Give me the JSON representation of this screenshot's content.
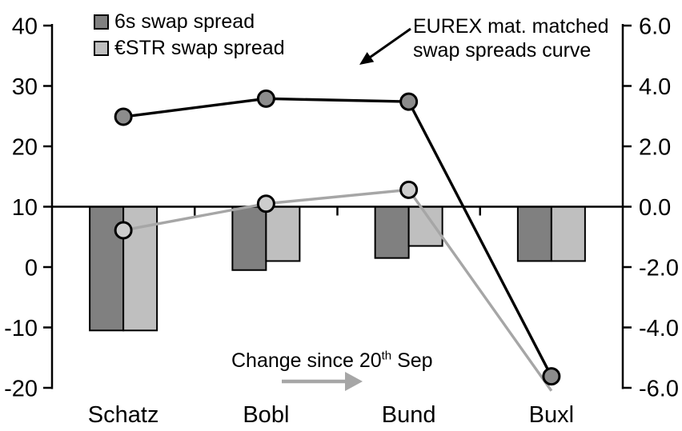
{
  "legend": {
    "items": [
      {
        "label": "6s swap spread",
        "swatch_color": "#808080"
      },
      {
        "label": "€STR swap spread",
        "swatch_color": "#bfbfbf"
      }
    ]
  },
  "annotations": {
    "curve": {
      "line1": "EUREX mat. matched",
      "line2": "swap spreads curve"
    },
    "change": {
      "prefix": "Change since 20",
      "superscript": "th",
      "suffix": " Sep"
    }
  },
  "chart_data": {
    "type": "combo",
    "categories": [
      "Schatz",
      "Bobl",
      "Bund",
      "Buxl"
    ],
    "left_axis": {
      "ticks": [
        "40",
        "30",
        "20",
        "10",
        "0",
        "-10",
        "-20"
      ],
      "min": -20,
      "max": 40
    },
    "right_axis": {
      "ticks": [
        "6.0",
        "4.0",
        "2.0",
        "0.0",
        "-2.0",
        "-4.0",
        "-6.0"
      ],
      "min": -6.0,
      "max": 6.0
    },
    "grid": false,
    "legend_position": "top-left",
    "series": [
      {
        "name": "6s swap spread",
        "render": "bar",
        "axis": "right",
        "fill": "#808080",
        "values": [
          -4.1,
          -2.1,
          -1.7,
          -1.8
        ]
      },
      {
        "name": "€STR swap spread",
        "render": "bar",
        "axis": "right",
        "fill": "#bfbfbf",
        "values": [
          -4.1,
          -1.8,
          -1.3,
          -1.8
        ]
      },
      {
        "name": "6s swap spread curve",
        "render": "line",
        "axis": "left",
        "stroke": "#000000",
        "marker_fill": "#8c8c8c",
        "values": [
          24.9,
          27.9,
          27.4,
          -18.1
        ],
        "markers": [
          true,
          true,
          true,
          true
        ]
      },
      {
        "name": "€STR swap spread curve",
        "render": "line",
        "axis": "left",
        "stroke": "#a6a6a6",
        "marker_fill": "#cdcdcd",
        "values": [
          6.1,
          10.5,
          12.8,
          -20.5
        ],
        "markers": [
          true,
          true,
          true,
          false
        ]
      }
    ]
  },
  "colors": {
    "background": "#ffffff",
    "axis": "#000000",
    "gray_arrow": "#a6a6a6",
    "black_arrow": "#000000"
  }
}
